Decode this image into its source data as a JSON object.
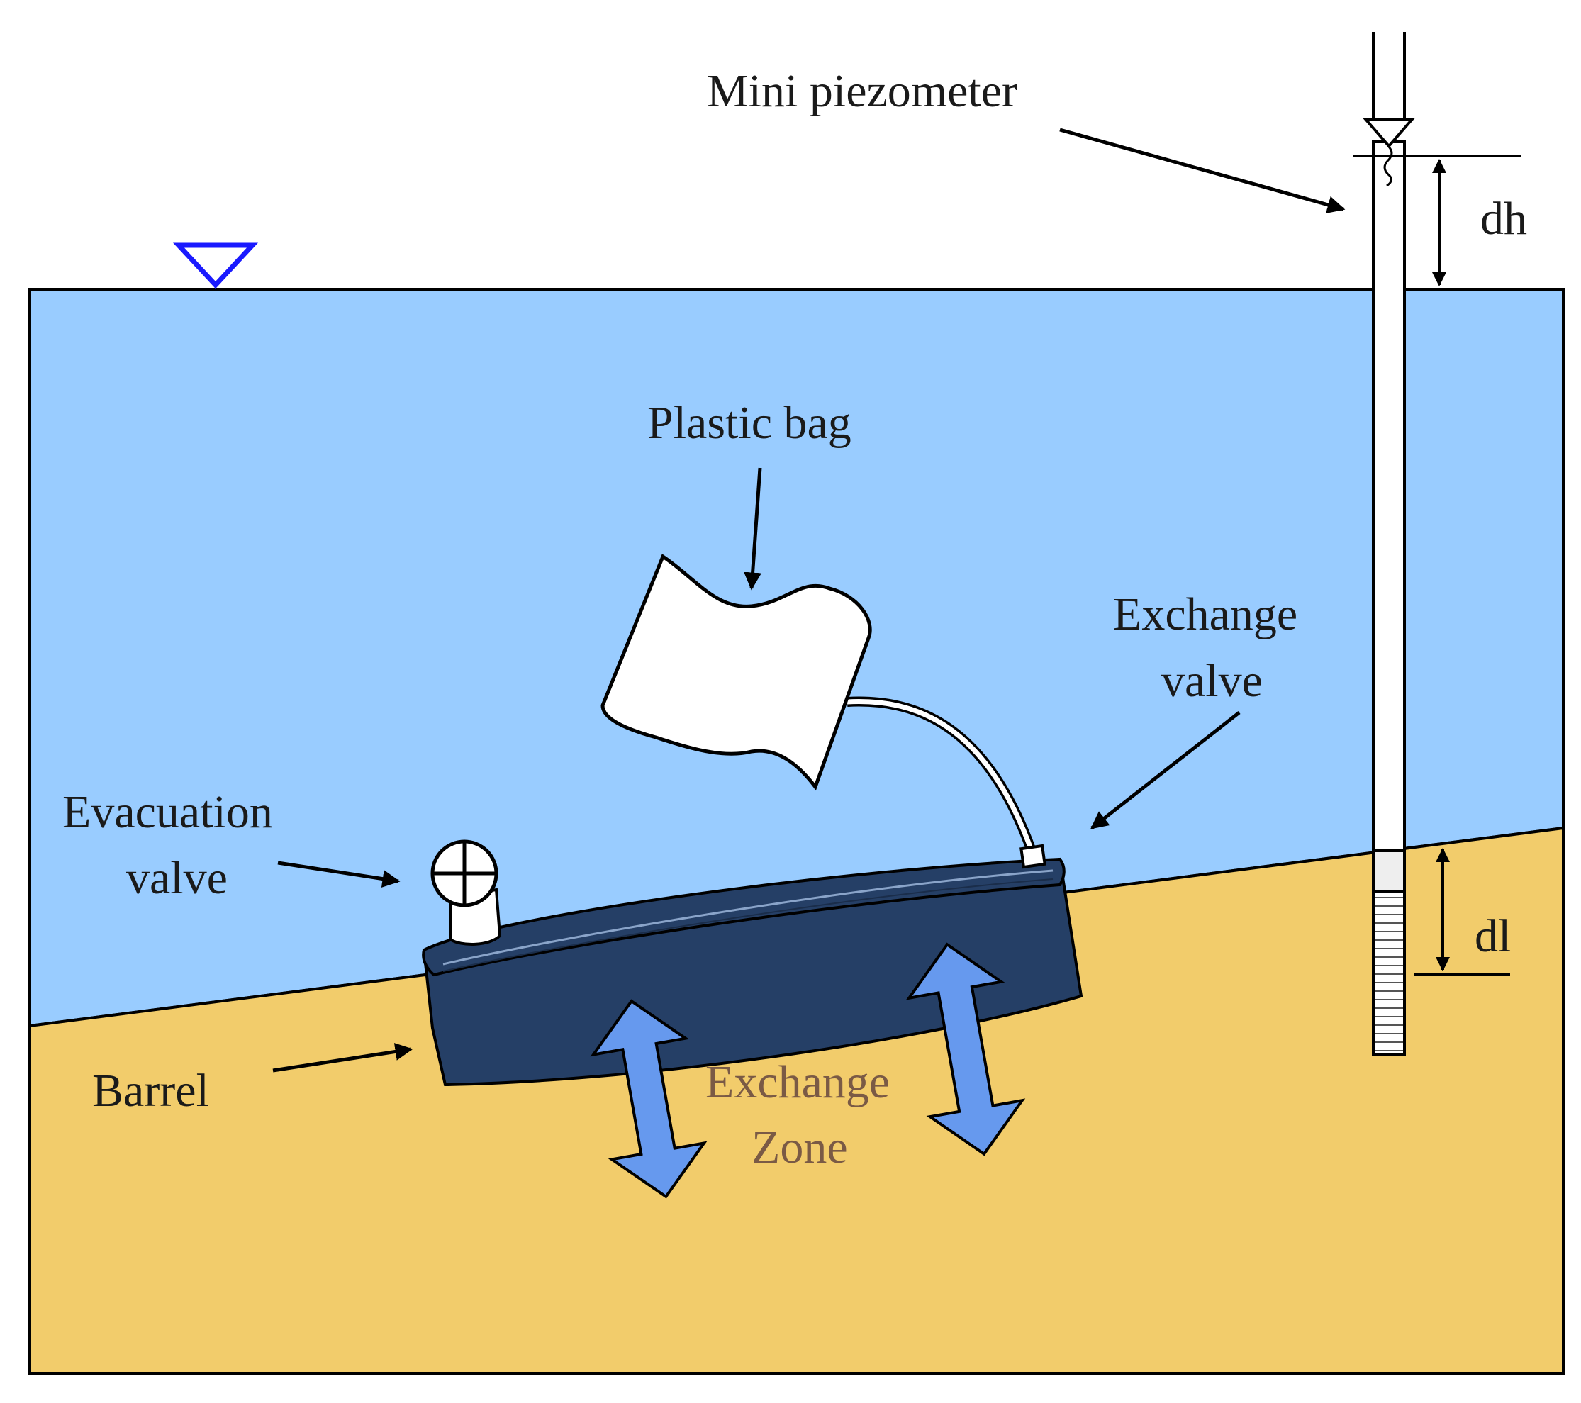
{
  "labels": {
    "mini_piezometer": "Mini piezometer",
    "dh": "dh",
    "dl": "dl",
    "plastic_bag": "Plastic bag",
    "exchange_valve_line1": "Exchange",
    "exchange_valve_line2": "valve",
    "evacuation_valve_line1": "Evacuation",
    "evacuation_valve_line2": "valve",
    "barrel": "Barrel",
    "exchange_zone_line1": "Exchange",
    "exchange_zone_line2": "Zone"
  },
  "colors": {
    "water": "#99ccff",
    "sediment": "#f2cc6b",
    "barrel": "#253f66",
    "flow_arrow": "#6699ee",
    "water_level_marker": "#1a1aff",
    "zone_text": "#7a5a45"
  }
}
